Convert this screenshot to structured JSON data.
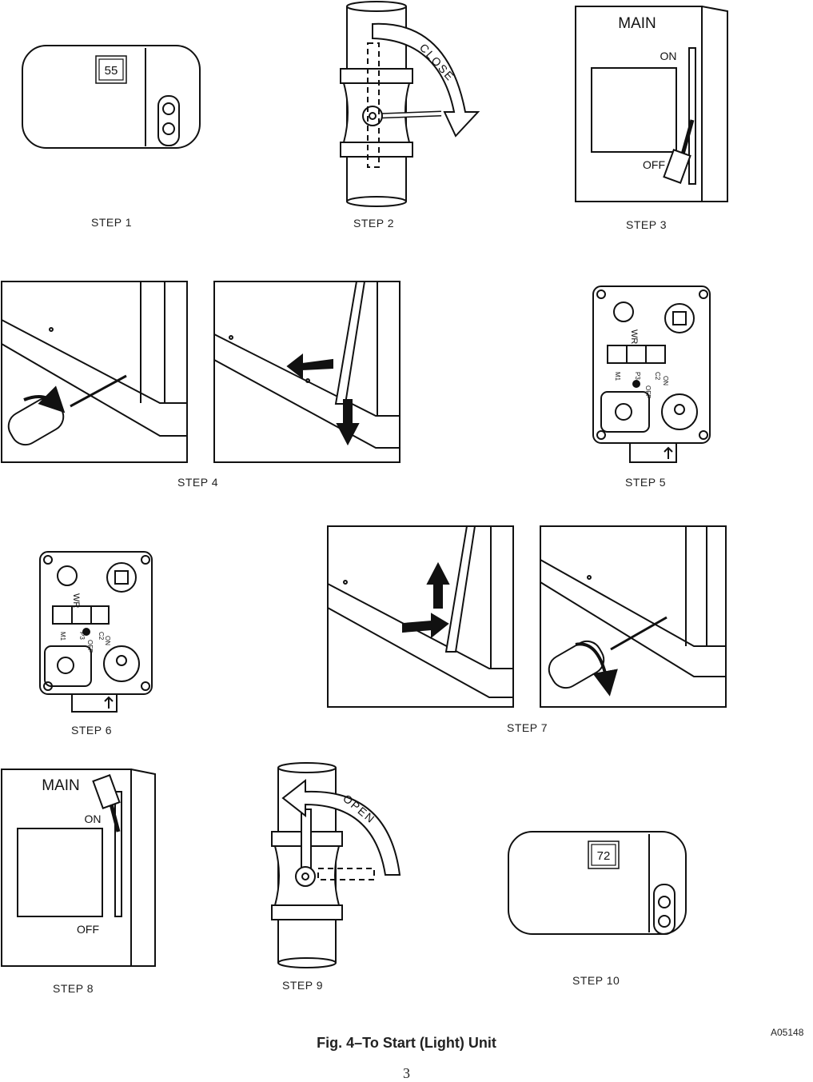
{
  "steps": [
    {
      "label": "STEP 1",
      "display": "55"
    },
    {
      "label": "STEP 2",
      "arrow_text": "CLOSE"
    },
    {
      "label": "STEP 3",
      "switch_title": "MAIN",
      "on_text": "ON",
      "off_text": "OFF"
    },
    {
      "label": "STEP 4"
    },
    {
      "label": "STEP 5",
      "valve_text": [
        "WR",
        "M1",
        "P3",
        "C2",
        "ON",
        "OFF"
      ]
    },
    {
      "label": "STEP 6",
      "valve_text": [
        "WR",
        "M1",
        "P3",
        "C2",
        "ON",
        "OFF"
      ]
    },
    {
      "label": "STEP 7"
    },
    {
      "label": "STEP 8",
      "switch_title": "MAIN",
      "on_text": "ON",
      "off_text": "OFF"
    },
    {
      "label": "STEP 9",
      "arrow_text": "OPEN"
    },
    {
      "label": "STEP 10",
      "display": "72"
    }
  ],
  "caption": "Fig. 4–To Start (Light) Unit",
  "figure_id": "A05148",
  "page_number": "3"
}
